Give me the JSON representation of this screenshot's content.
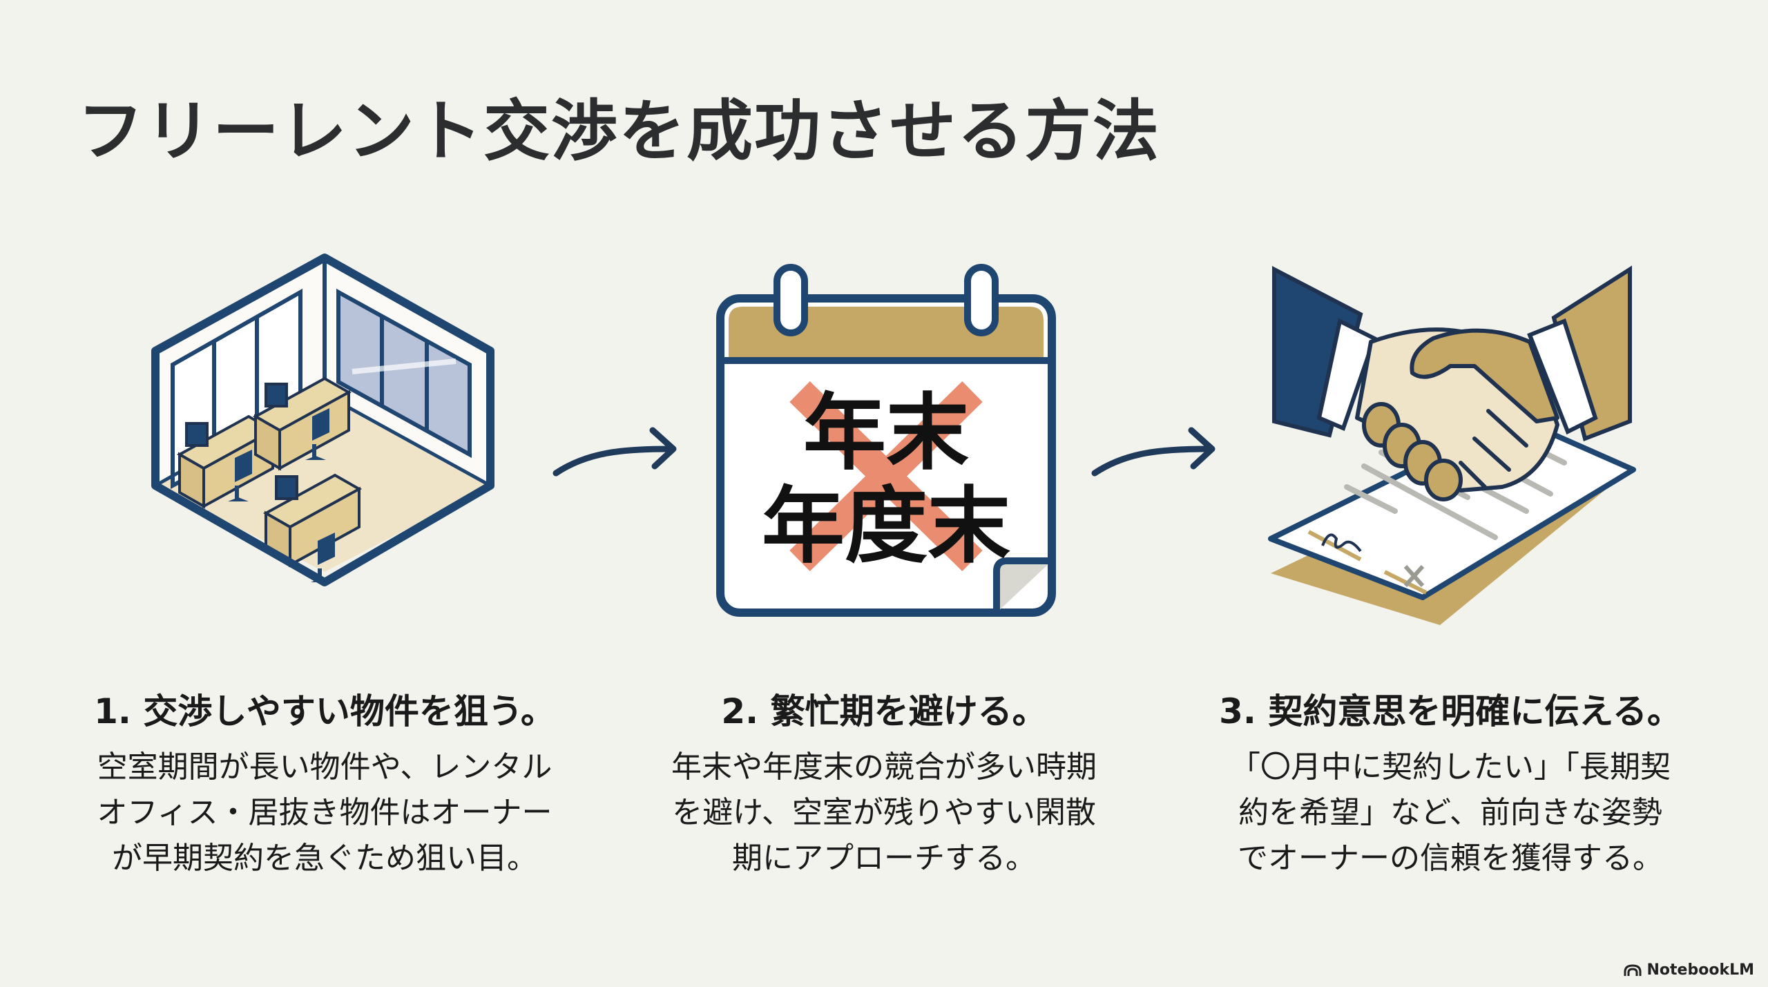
{
  "title": "フリーレント交渉を成功させる方法",
  "colors": {
    "navy": "#1f4670",
    "gold": "#c6a866",
    "beige": "#efe4c8",
    "salmon": "#e98c6f",
    "background": "#f3f3ee"
  },
  "calendar": {
    "line1": "年末",
    "line2": "年度末"
  },
  "steps": [
    {
      "heading": "1. 交渉しやすい物件を狙う。",
      "lines": [
        "空室期間が長い物件や、レンタル",
        "オフィス・居抜き物件はオーナー",
        "が早期契約を急ぐため狙い目。"
      ],
      "icon": "office-room-icon"
    },
    {
      "heading": "2. 繁忙期を避ける。",
      "lines": [
        "年末や年度末の競合が多い時期",
        "を避け、空室が残りやすい閑散",
        "期にアプローチする。"
      ],
      "icon": "calendar-icon"
    },
    {
      "heading": "3. 契約意思を明確に伝える。",
      "lines": [
        "「〇月中に契約したい」「長期契",
        "約を希望」など、前向きな姿勢",
        "でオーナーの信頼を獲得する。"
      ],
      "icon": "handshake-contract-icon"
    }
  ],
  "brand": {
    "name": "NotebookLM",
    "icon": "notebooklm-logo-icon"
  }
}
